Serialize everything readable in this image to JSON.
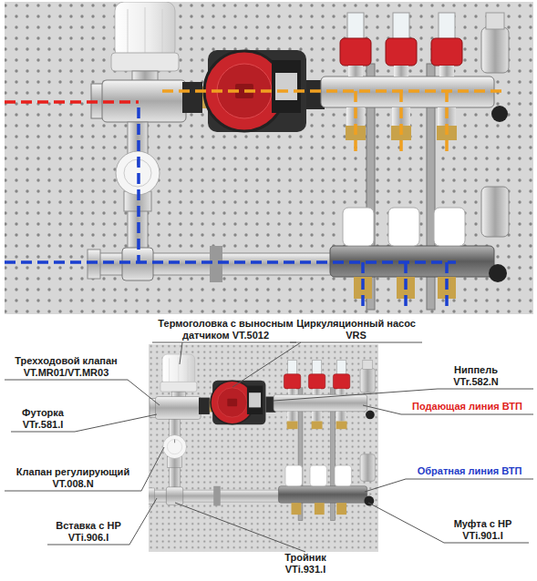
{
  "diagram": {
    "labels": [
      "Термоголовка с выносным датчиком VT.5012",
      "Циркуляционный насос VRS",
      "Трехходовой клапан VT.MR01/VT.MR03",
      "Ниппель VTr.582.N",
      "Футорка VTr.581.I",
      "Подающая линия ВТП",
      "Клапан регулирующий VT.008.N",
      "Обратная линия ВТП",
      "Вставка с НР VTi.906.I",
      "Муфта с НР VTi.901.I",
      "Тройник VTi.931.I"
    ]
  }
}
